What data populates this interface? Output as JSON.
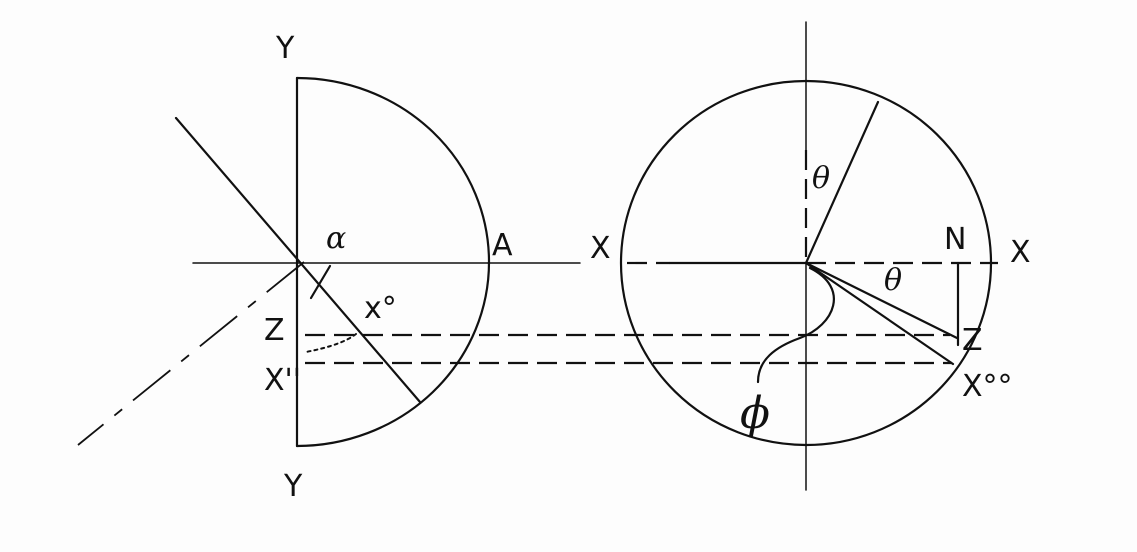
{
  "labels": {
    "y_top": "Y",
    "y_bottom": "Y",
    "alpha": "α",
    "a_point": "A",
    "x_left": "X",
    "x_right": "X",
    "x_zero": "x°",
    "z_left": "Z",
    "x_double_left": "X''",
    "theta_upper": "θ",
    "theta_lower": "θ",
    "n_point": "N",
    "z_right": "Z",
    "x_double_right": "X°°",
    "phi": "ϕ"
  }
}
